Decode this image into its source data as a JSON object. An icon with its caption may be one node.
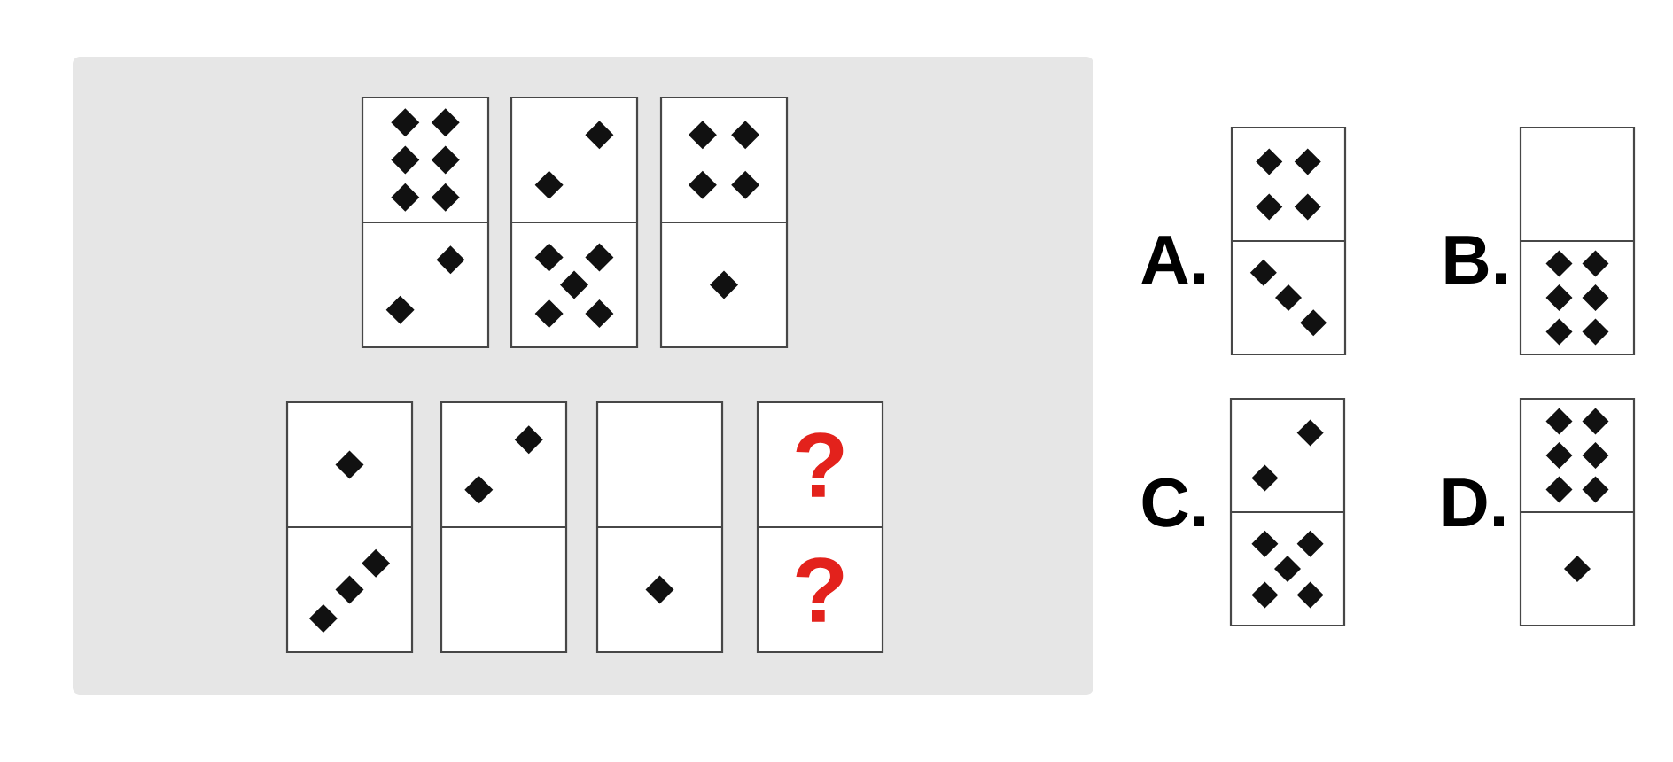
{
  "diagram": {
    "nodes": [
      {
        "text": [],
        "shape": "box"
      },
      {
        "text": [],
        "shape": "box",
        "in": 0
      },
      {
        "text": [],
        "shape": "box",
        "in": 0
      },
      {
        "text": [],
        "shape": "box",
        "in": 0
      },
      {
        "text": [],
        "shape": "box",
        "in": 0
      },
      {
        "text": [],
        "shape": "box",
        "in": 0
      },
      {
        "text": [],
        "shape": "box",
        "in": 0
      },
      {
        "text": [
          "?",
          "?"
        ],
        "in": 0
      },
      {
        "text": [],
        "shape": "box",
        "beside": [
          "A."
        ]
      },
      {
        "text": [],
        "shape": "box",
        "beside": [
          "B."
        ]
      },
      {
        "text": [],
        "shape": "box",
        "beside": [
          "C."
        ]
      },
      {
        "text": [],
        "shape": "box",
        "beside": [
          "D."
        ]
      }
    ]
  }
}
